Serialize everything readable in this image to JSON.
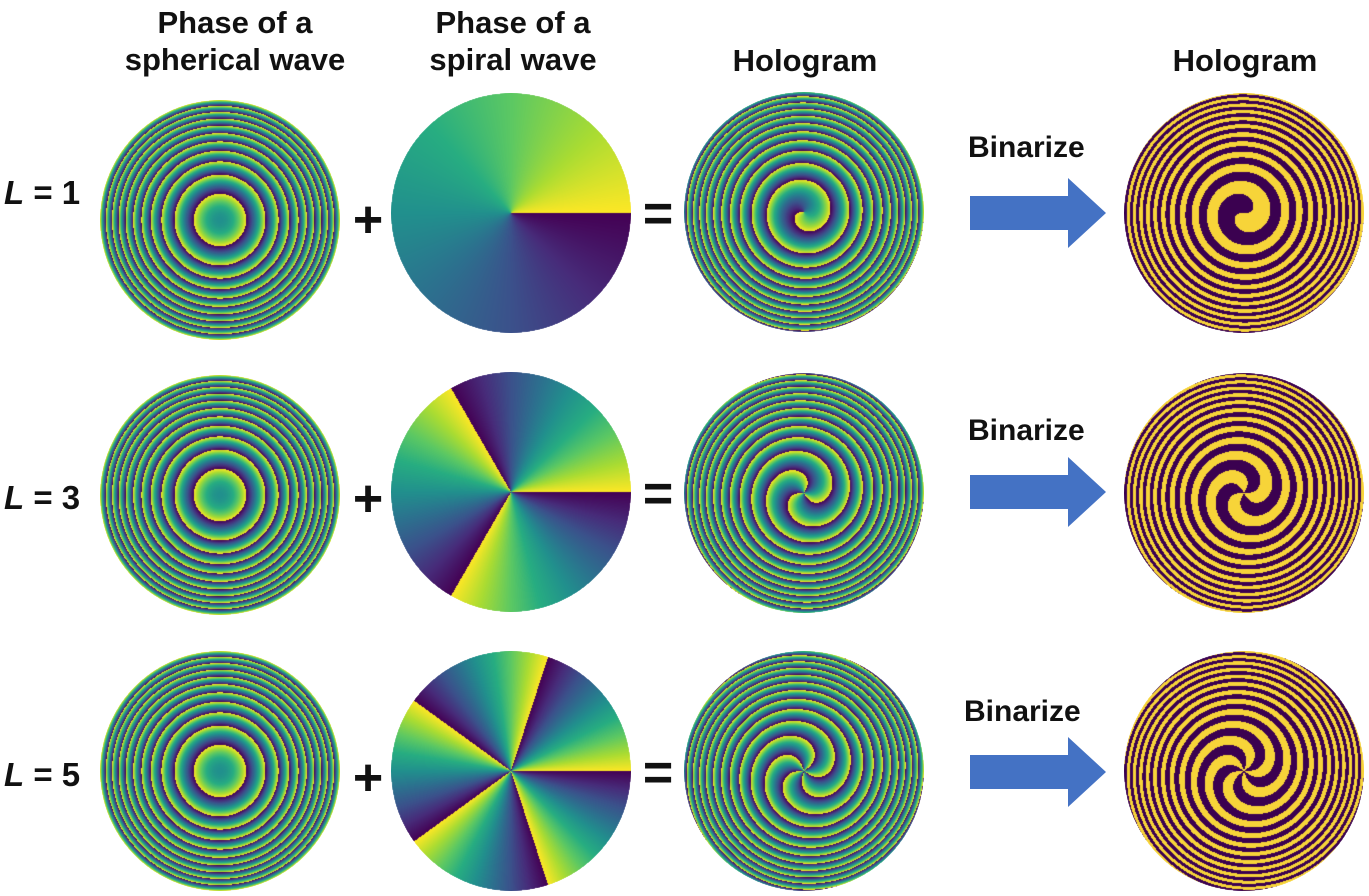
{
  "headers": {
    "spherical": "Phase of a\nspherical wave",
    "spiral": "Phase of a\nspiral wave",
    "hologram": "Hologram",
    "binary_hologram": "Hologram"
  },
  "operators": {
    "plus": "+",
    "equals": "="
  },
  "rows": [
    {
      "label_var": "L",
      "label_rest": " = 1",
      "charge": 1,
      "binarize": "Binarize"
    },
    {
      "label_var": "L",
      "label_rest": " = 3",
      "charge": 3,
      "binarize": "Binarize"
    },
    {
      "label_var": "L",
      "label_rest": " = 5",
      "charge": 5,
      "binarize": "Binarize"
    }
  ],
  "colors": {
    "arrow": "#4472c4",
    "binary_dark": "#3b0150",
    "binary_light": "#f7d439"
  },
  "colormap": "viridis"
}
